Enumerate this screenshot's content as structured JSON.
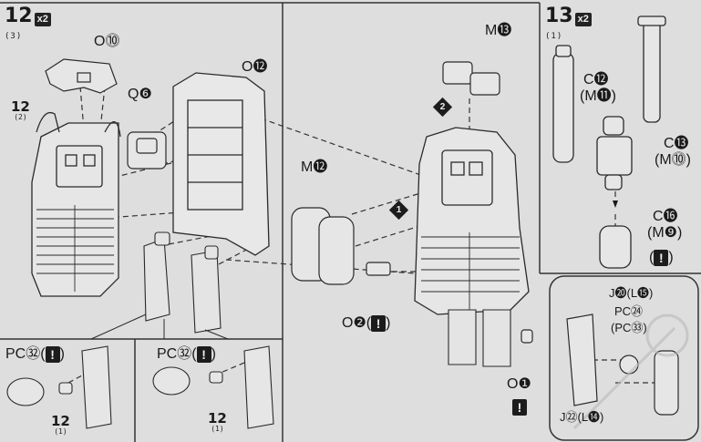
{
  "step12": {
    "number": "12",
    "sub": "(3)",
    "multiplier": "x2"
  },
  "step13": {
    "number": "13",
    "sub": "(1)",
    "multiplier": "x2"
  },
  "labels": {
    "o10": "O⓾",
    "o12": "O⓬",
    "q6": "Q❻",
    "m13": "M⓭",
    "m12": "M⓬",
    "o2": "O❷(",
    "o2_close": ")",
    "o1": "O❶",
    "c12": "C⓬",
    "c12_alt": "(M⓫)",
    "c13": "C⓭",
    "c13_alt": "(M⓾)",
    "c16": "C⓰",
    "c16_alt": "(M❾)",
    "paren_open": "(",
    "paren_close": ")",
    "j20": "J⓴(L⓯)",
    "pc24": "PC㉔",
    "pc24_alt": "(PC㉝)",
    "j22": "J㉒(L⓮)",
    "pc32_a": "PC㉜(",
    "pc32_b": "PC㉜(",
    "pc32_close": ")"
  },
  "warning_glyph": "!",
  "mini_steps": [
    {
      "num": "12",
      "sub": "(2)"
    },
    {
      "num": "12",
      "sub": "(1)"
    },
    {
      "num": "12",
      "sub": "(1)"
    }
  ],
  "order_marks": [
    "1",
    "2"
  ],
  "colors": {
    "paper": "#dedede",
    "ink": "#1a1a1a",
    "badge": "#1c1c1c"
  }
}
